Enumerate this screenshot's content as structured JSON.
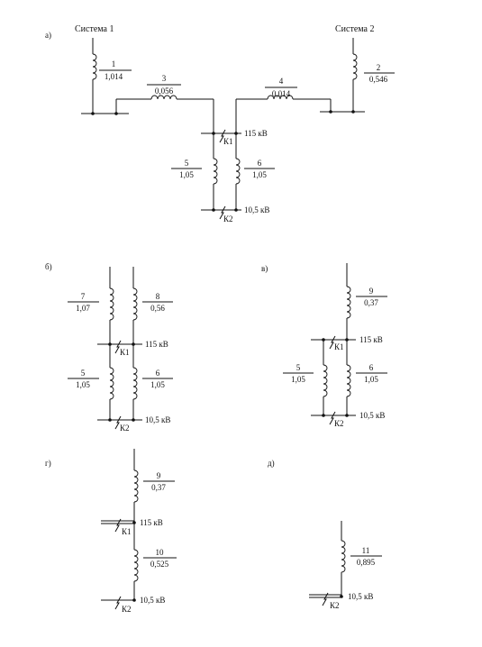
{
  "panels": {
    "a": {
      "label": "а)",
      "sys1": "Система 1",
      "sys2": "Система 2"
    },
    "b": {
      "label": "б)"
    },
    "v": {
      "label": "в)"
    },
    "g": {
      "label": "г)"
    },
    "d": {
      "label": "д)"
    }
  },
  "elements": {
    "e1": {
      "num": "1",
      "val": "1,014"
    },
    "e2": {
      "num": "2",
      "val": "0,546"
    },
    "e3": {
      "num": "3",
      "val": "0,056"
    },
    "e4": {
      "num": "4",
      "val": "0,014"
    },
    "e5": {
      "num": "5",
      "val": "1,05"
    },
    "e6": {
      "num": "6",
      "val": "1,05"
    },
    "e7": {
      "num": "7",
      "val": "1,07"
    },
    "e8": {
      "num": "8",
      "val": "0,56"
    },
    "e9": {
      "num": "9",
      "val": "0,37"
    },
    "e10": {
      "num": "10",
      "val": "0,525"
    },
    "e11": {
      "num": "11",
      "val": "0,895"
    }
  },
  "faults": {
    "k1": "К1",
    "k2": "К2"
  },
  "voltages": {
    "hv": "115 кВ",
    "lv": "10,5 кВ"
  }
}
